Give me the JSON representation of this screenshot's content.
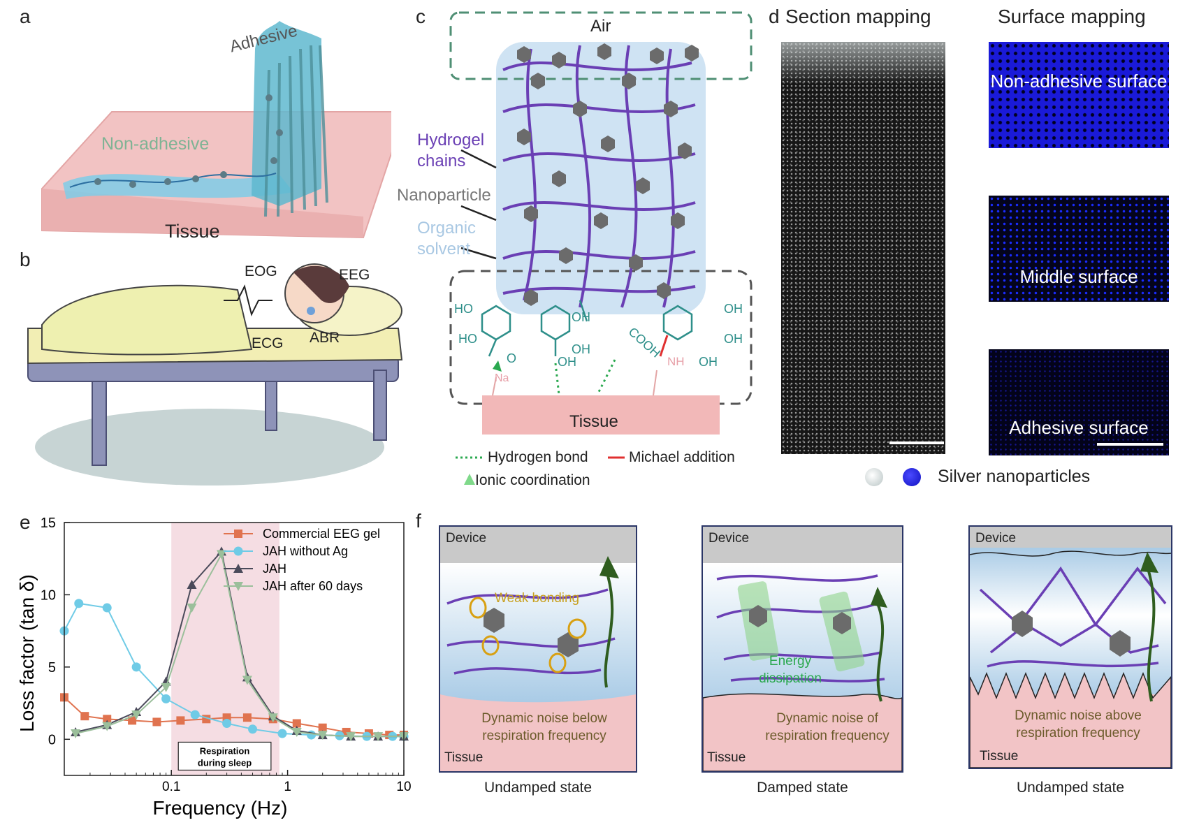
{
  "panels": {
    "a": {
      "letter": "a",
      "adhesive": "Adhesive",
      "non_adhesive": "Non-adhesive",
      "tissue": "Tissue"
    },
    "b": {
      "letter": "b",
      "eog": "EOG",
      "eeg": "EEG",
      "ecg": "ECG",
      "abr": "ABR"
    },
    "c": {
      "letter": "c",
      "air": "Air",
      "hydrogel_chains": "Hydrogel chains",
      "nanoparticle": "Nanoparticle",
      "organic_solvent": "Organic solvent",
      "tissue": "Tissue",
      "legend_hbond": "Hydrogen bond",
      "legend_michael": "Michael addition",
      "legend_ionic": "Ionic coordination",
      "chem": {
        "ho1": "HO",
        "ho2": "HO",
        "o": "O",
        "na": "Na",
        "oh1": "OH",
        "oh2": "OH",
        "oh3": "OH",
        "cooh": "COOH",
        "nh": "NH",
        "oh4": "OH",
        "oh5": "OH",
        "oh6": "OH"
      }
    },
    "d": {
      "letter": "d",
      "section_title": "Section mapping",
      "surface_title": "Surface mapping",
      "non_adhesive_surface": "Non-adhesive surface",
      "middle_surface": "Middle surface",
      "adhesive_surface": "Adhesive surface",
      "legend": "Silver nanoparticles"
    },
    "e": {
      "letter": "e"
    },
    "f": {
      "letter": "f",
      "boxes": [
        {
          "device": "Device",
          "tissue": "Tissue",
          "caption": "Undamped state",
          "note": "Dynamic noise below respiration frequency",
          "inner": "Weak bonding"
        },
        {
          "device": "Device",
          "tissue": "Tissue",
          "caption": "Damped state",
          "note": "Dynamic noise of respiration frequency",
          "inner": "Energy dissipation"
        },
        {
          "device": "Device",
          "tissue": "Tissue",
          "caption": "Undamped state",
          "note": "Dynamic noise above respiration frequency",
          "inner": ""
        }
      ]
    }
  },
  "colors": {
    "purple": "#6a3fb4",
    "np": "#6b6b6b",
    "tissue": "#f2b8b8",
    "gel": "#cfe3f3",
    "orange": "#e0734f",
    "cyan": "#6fcbe6",
    "dark": "#4a4a5a",
    "sage": "#9bbf9b",
    "green": "#2f5d1f"
  },
  "chart_data": {
    "type": "line",
    "xlabel": "Frequency (Hz)",
    "ylabel": "Loss factor (tan δ)",
    "xscale": "log",
    "xlim": [
      0.012,
      10
    ],
    "ylim": [
      -2.5,
      15
    ],
    "xticks": [
      0.1,
      1,
      10
    ],
    "xtick_labels": [
      "0.1",
      "1",
      "10"
    ],
    "yticks": [
      0,
      5,
      10,
      15
    ],
    "ytick_labels": [
      "0",
      "5",
      "10",
      "15"
    ],
    "shaded_region": {
      "x": [
        0.1,
        0.85
      ],
      "label": "Respiration during sleep"
    },
    "legend_position": "top-right",
    "series": [
      {
        "name": "Commercial EEG gel",
        "color": "#e0734f",
        "marker": "square",
        "x": [
          0.012,
          0.018,
          0.028,
          0.046,
          0.075,
          0.12,
          0.2,
          0.3,
          0.45,
          0.75,
          1.2,
          2.0,
          3.2,
          5.0,
          7.5,
          10
        ],
        "y": [
          2.9,
          1.6,
          1.4,
          1.3,
          1.2,
          1.3,
          1.4,
          1.5,
          1.5,
          1.4,
          1.1,
          0.8,
          0.5,
          0.4,
          0.3,
          0.3
        ]
      },
      {
        "name": "JAH without Ag",
        "color": "#6fcbe6",
        "marker": "circle",
        "x": [
          0.012,
          0.016,
          0.028,
          0.05,
          0.09,
          0.16,
          0.3,
          0.5,
          0.9,
          1.6,
          2.8,
          4.8,
          8.0,
          10
        ],
        "y": [
          7.5,
          9.4,
          9.1,
          5.0,
          2.8,
          1.7,
          1.1,
          0.7,
          0.4,
          0.3,
          0.25,
          0.2,
          0.2,
          0.2
        ]
      },
      {
        "name": "JAH",
        "color": "#4a4a5a",
        "marker": "triangle",
        "x": [
          0.015,
          0.028,
          0.05,
          0.09,
          0.15,
          0.27,
          0.45,
          0.75,
          1.2,
          2.0,
          3.5,
          6.0,
          10
        ],
        "y": [
          0.5,
          1.0,
          1.9,
          4.0,
          10.7,
          13.0,
          4.3,
          1.6,
          0.6,
          0.3,
          0.2,
          0.2,
          0.2
        ]
      },
      {
        "name": "JAH after 60 days",
        "color": "#9bbf9b",
        "marker": "triangle-down",
        "x": [
          0.015,
          0.028,
          0.05,
          0.09,
          0.15,
          0.27,
          0.45,
          0.75,
          1.2,
          2.0,
          3.5,
          6.0,
          10
        ],
        "y": [
          0.4,
          0.9,
          1.7,
          3.6,
          9.1,
          12.8,
          4.1,
          1.5,
          0.5,
          0.3,
          0.2,
          0.2,
          0.2
        ]
      }
    ]
  }
}
